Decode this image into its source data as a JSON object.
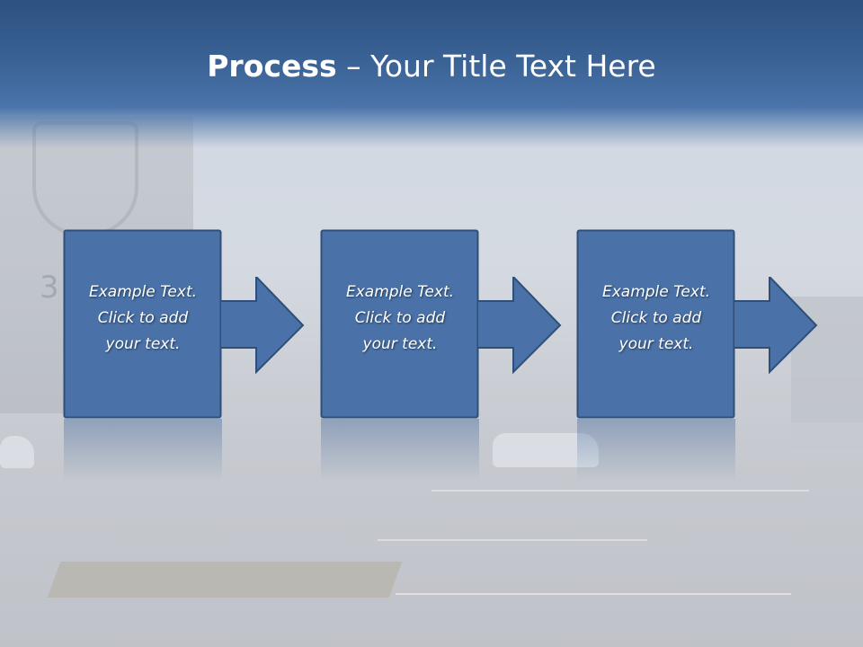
{
  "slide": {
    "title_bold": "Process",
    "title_rest": " – Your Title Text Here"
  },
  "steps": [
    {
      "line1": "Example Text.",
      "line2": "Click  to add",
      "line3": "your text."
    },
    {
      "line1": "Example Text.",
      "line2": "Click  to add",
      "line3": "your text."
    },
    {
      "line1": "Example Text.",
      "line2": "Click  to add",
      "line3": "your text."
    }
  ],
  "colors": {
    "header": "#3c6497",
    "box_fill": "#4a72a8",
    "box_border": "#2f4f78",
    "text": "#ffffff"
  },
  "icons": [
    "right-arrow-icon"
  ]
}
